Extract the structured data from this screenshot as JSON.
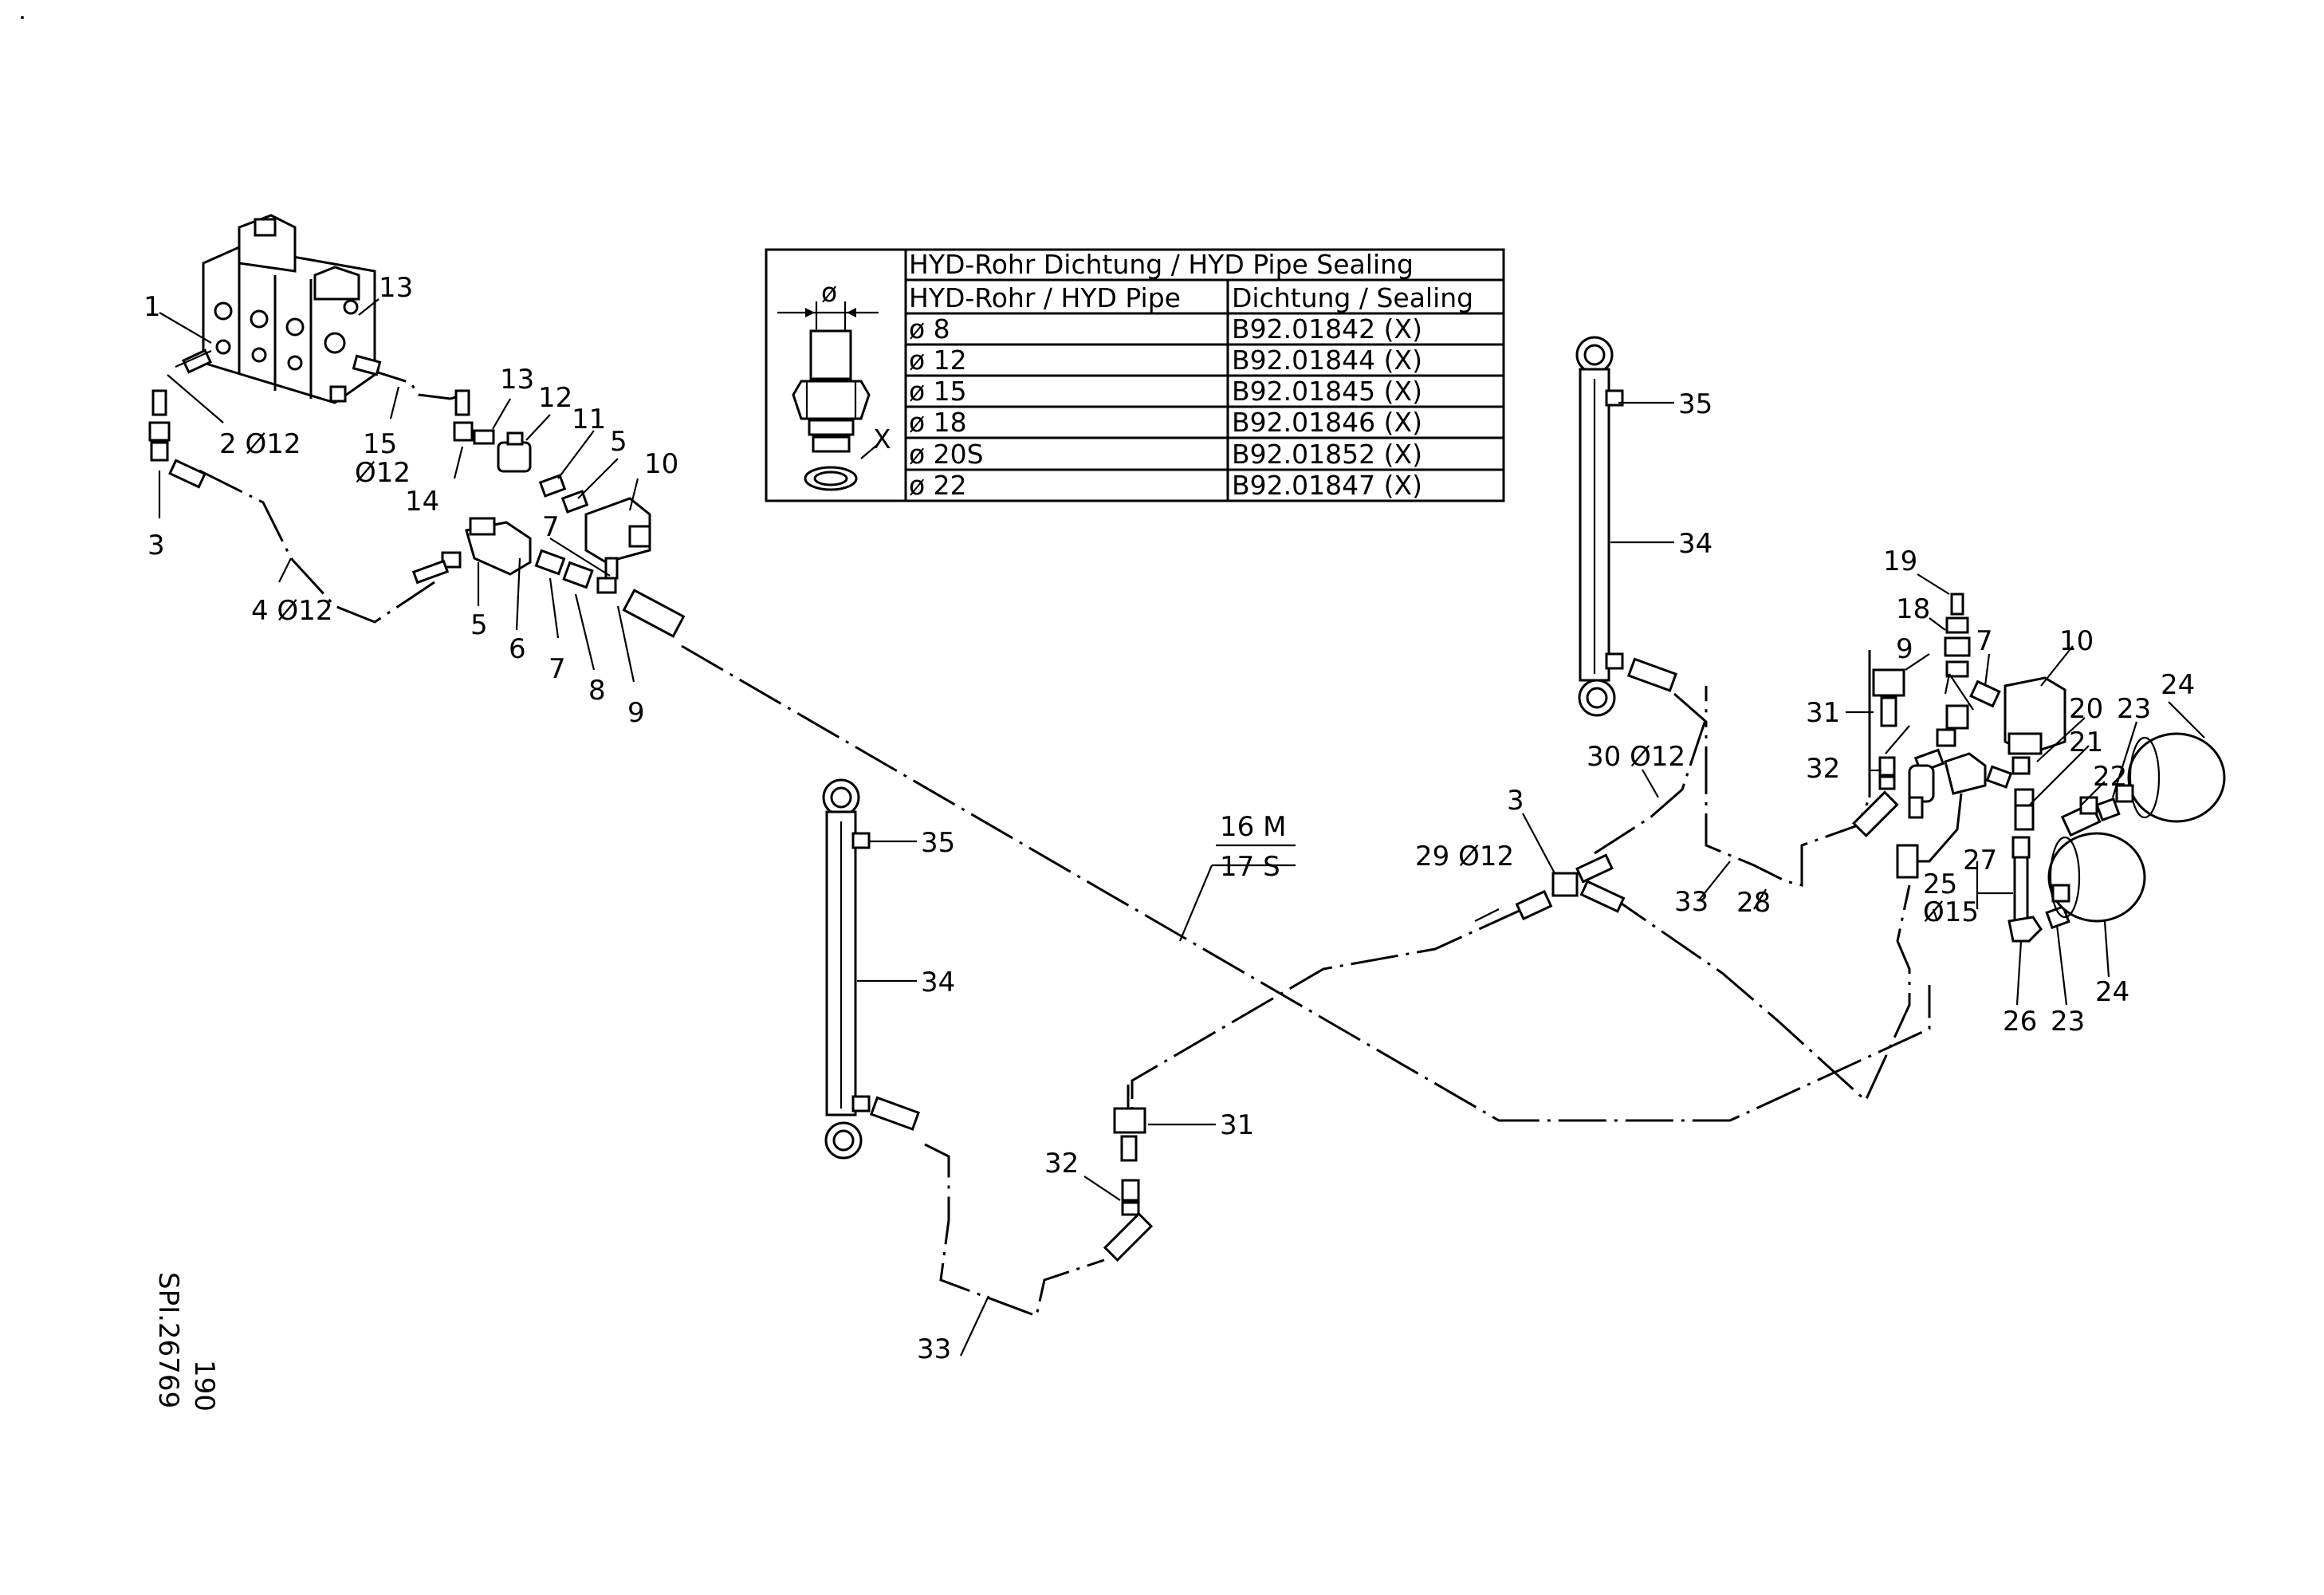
{
  "table": {
    "title": "HYD-Rohr Dichtung / HYD Pipe Sealing",
    "col_pipe": "HYD-Rohr / HYD Pipe",
    "col_sealing": "Dichtung / Sealing",
    "diameter_symbol": "ø",
    "seal_marker": "X",
    "rows": [
      {
        "pipe": "ø  8",
        "sealing": "B92.01842   (X)"
      },
      {
        "pipe": "ø  12",
        "sealing": "B92.01844   (X)"
      },
      {
        "pipe": "ø  15",
        "sealing": "B92.01845   (X)"
      },
      {
        "pipe": "ø  18",
        "sealing": "B92.01846   (X)"
      },
      {
        "pipe": "ø  20S",
        "sealing": "B92.01852   (X)"
      },
      {
        "pipe": "ø  22",
        "sealing": "B92.01847   (X)"
      }
    ]
  },
  "labels": {
    "l1": "1",
    "l2": "2  Ø12",
    "l3a": "3",
    "l4": "4  Ø12",
    "l5a": "5",
    "l6": "6",
    "l7a": "7",
    "l8": "8",
    "l9a": "9",
    "l13a": "13",
    "l15": "15",
    "l15b": "Ø12",
    "l14": "14",
    "l13b": "13",
    "l12": "12",
    "l11": "11",
    "l5b": "5",
    "l10a": "10",
    "l7b": "7",
    "l35a": "35",
    "l34a": "34",
    "l16": "16  M",
    "l17": "17  S",
    "l31a": "31",
    "l32a": "32",
    "l33a": "33",
    "l29": "29  Ø12",
    "l3b": "3",
    "l30": "30  Ø12",
    "l35b": "35",
    "l34b": "34",
    "l19": "19",
    "l18": "18",
    "l9b": "9",
    "l7c": "7",
    "l10b": "10",
    "l31b": "31",
    "l32b": "32",
    "l20": "20",
    "l21": "21",
    "l22": "22",
    "l23a": "23",
    "l24a": "24",
    "l27": "27",
    "l25": "25",
    "l25b": "Ø15",
    "l33b": "33",
    "l28": "28",
    "l26": "26",
    "l23b": "23",
    "l24b": "24"
  },
  "drawing_id": {
    "number": "SPI.26769",
    "page": "190"
  }
}
